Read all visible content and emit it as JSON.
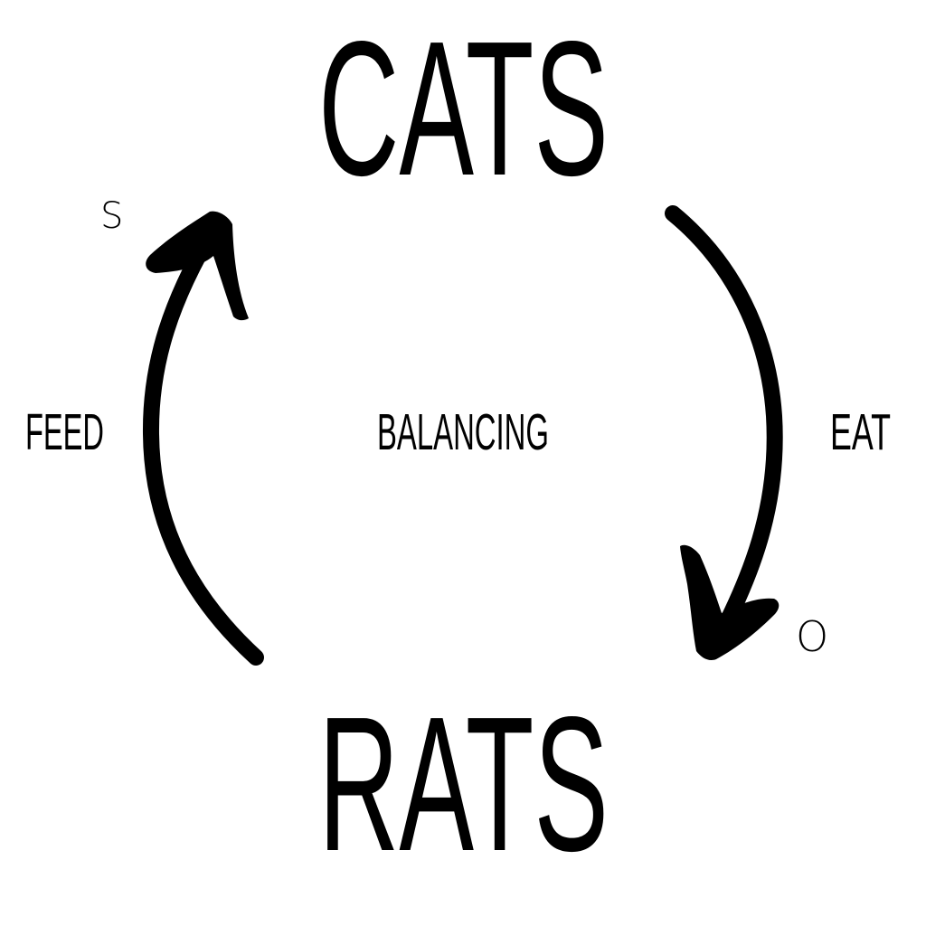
{
  "diagram": {
    "type": "causal-loop",
    "loop_type_label": "BALANCING",
    "nodes": {
      "top": "CATS",
      "bottom": "RATS"
    },
    "links": {
      "right": {
        "from": "CATS",
        "to": "RATS",
        "label": "EAT",
        "polarity": "O"
      },
      "left": {
        "from": "RATS",
        "to": "CATS",
        "label": "FEED",
        "polarity": "S"
      }
    },
    "colors": {
      "ink": "#000000",
      "background": "#ffffff"
    }
  }
}
